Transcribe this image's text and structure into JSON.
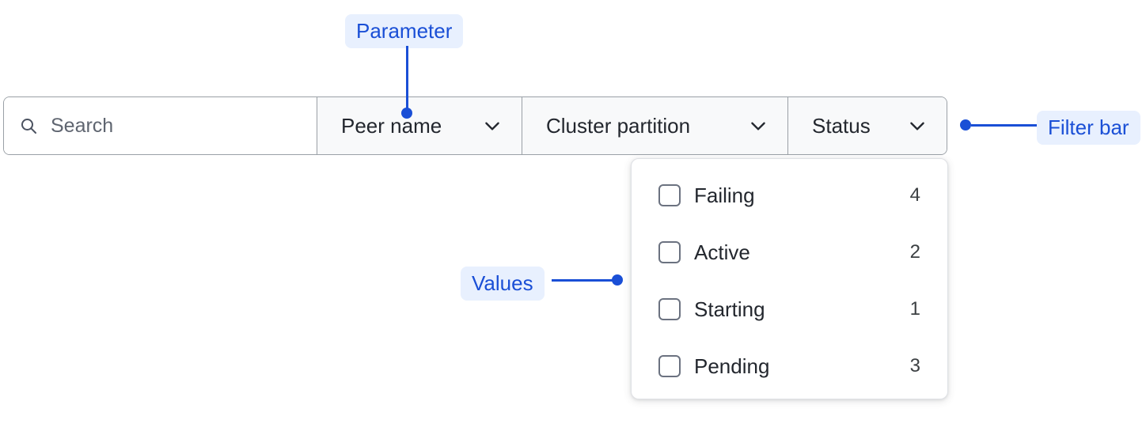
{
  "filter_bar": {
    "search": {
      "icon": "search-icon",
      "placeholder": "Search",
      "value": ""
    },
    "chips": [
      {
        "label": "Peer name",
        "icon": "chevron-down-icon"
      },
      {
        "label": "Cluster partition",
        "icon": "chevron-down-icon"
      },
      {
        "label": "Status",
        "icon": "chevron-down-icon"
      }
    ]
  },
  "dropdown": {
    "open_for": "Status",
    "items": [
      {
        "label": "Failing",
        "count": "4",
        "checked": false
      },
      {
        "label": "Active",
        "count": "2",
        "checked": false
      },
      {
        "label": "Starting",
        "count": "1",
        "checked": false
      },
      {
        "label": "Pending",
        "count": "3",
        "checked": false
      }
    ]
  },
  "annotations": [
    {
      "id": "parameter",
      "label": "Parameter"
    },
    {
      "id": "filter-bar",
      "label": "Filter bar"
    },
    {
      "id": "values",
      "label": "Values"
    }
  ],
  "colors": {
    "annotation_text": "#1a4fd6",
    "annotation_bg": "#e8f0fe",
    "bar_border": "#9aa0a6",
    "chip_bg": "#f8f9fa",
    "text_primary": "#23272e",
    "placeholder": "#5f6570"
  }
}
